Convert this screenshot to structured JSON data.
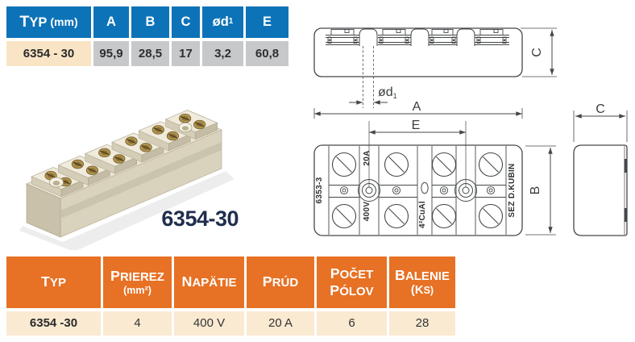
{
  "dimensions_table": {
    "header": {
      "typ": "TYP",
      "typ_unit": "(mm)",
      "a": "A",
      "b": "B",
      "c": "C",
      "d1_base": "ød",
      "d1_sub": "1",
      "e": "E"
    },
    "row": {
      "typ": "6354 - 30",
      "a": "95,9",
      "b": "28,5",
      "c": "17",
      "d1": "3,2",
      "e": "60,8"
    }
  },
  "photo": {
    "caption": "6354-30"
  },
  "drawing": {
    "dim_a": "A",
    "dim_b": "B",
    "dim_e": "E",
    "dim_c_front": "C",
    "dim_c_side": "C",
    "dim_d1_base": "ød",
    "dim_d1_sub": "1",
    "marking_mold": "6353-3",
    "marking_current": "20A",
    "marking_voltage": "400V",
    "marking_section": "4²CuAl",
    "marking_brand": "SEZ D.KUBIN"
  },
  "spec_table": {
    "header": {
      "typ": "TYP",
      "prierez": "PRIEREZ",
      "prierez_unit": "(mm²)",
      "napatie": "NAPÄTIE",
      "prud": "PRÚD",
      "pocet_line1": "POČET",
      "pocet_line2": "PÓLOV",
      "balenie": "BALENIE",
      "balenie_unit": "(KS)"
    },
    "row": {
      "typ": "6354 -30",
      "prierez": "4",
      "napatie": "400 V",
      "prud": "20 A",
      "pocet": "6",
      "balenie": "28"
    }
  },
  "colors": {
    "header_blue": "#0d73b8",
    "header_orange": "#e77124",
    "row_cream": "#f9e5c5",
    "row_gray": "#c7c8ca",
    "row_cream_light": "#faead2",
    "caption_navy": "#202e4e",
    "drawing_line": "#44474a"
  }
}
